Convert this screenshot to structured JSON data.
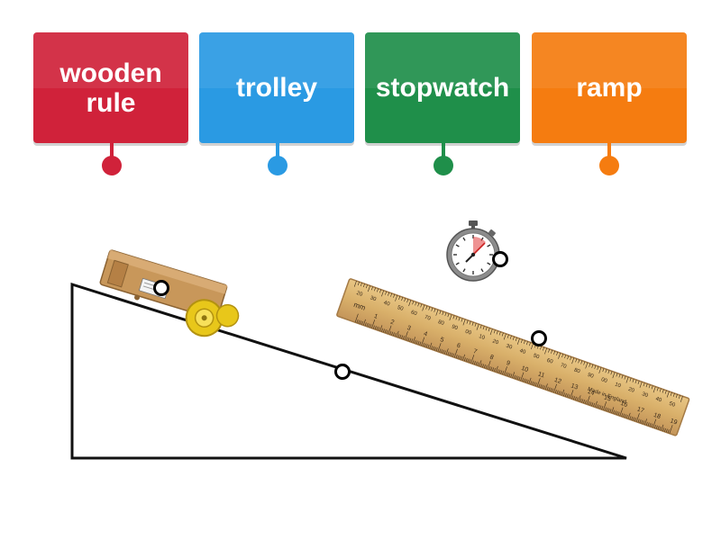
{
  "labels": [
    {
      "text": "wooden\nrule",
      "color": "#d0223a",
      "pin_color": "#d0223a"
    },
    {
      "text": "trolley",
      "color": "#2a9ae3",
      "pin_color": "#2a9ae3"
    },
    {
      "text": "stopwatch",
      "color": "#1f8f4a",
      "pin_color": "#1f8f4a"
    },
    {
      "text": "ramp",
      "color": "#f57c10",
      "pin_color": "#f57c10"
    }
  ],
  "ruler": {
    "top_edge_numbers": [
      "20",
      "30",
      "40",
      "50",
      "60",
      "70",
      "80",
      "90",
      "00",
      "10",
      "20",
      "30",
      "40",
      "50",
      "60",
      "70",
      "80",
      "90",
      "00",
      "10",
      "20",
      "30",
      "40",
      "50"
    ],
    "bottom_edge_numbers": [
      "1",
      "2",
      "3",
      "4",
      "5",
      "6",
      "7",
      "8",
      "9",
      "10",
      "11",
      "12",
      "13",
      "14",
      "15",
      "16",
      "17",
      "18",
      "19"
    ],
    "unit_mark": "mm",
    "brand_text": "Made in England"
  },
  "icons": {
    "stopwatch": "stopwatch-icon",
    "trolley": "trolley-icon",
    "ruler": "ruler-icon",
    "ramp": "ramp-icon"
  }
}
